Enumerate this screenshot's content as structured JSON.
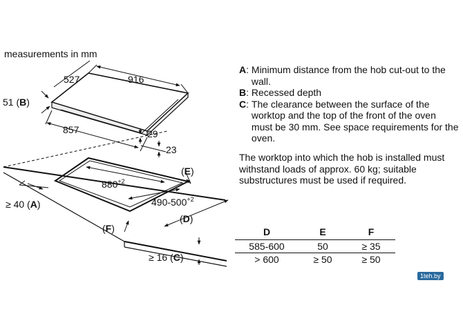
{
  "diagram": {
    "units_note": "measurements in mm",
    "dim_527": "527",
    "dim_916": "916",
    "dim_51_prefix": "51 (",
    "dim_51_key": "B",
    "dim_51_suffix": ")",
    "dim_857": "857",
    "dim_29": "29",
    "dim_23": "23",
    "label_E_open": "(",
    "label_E_key": "E",
    "label_E_close": ")",
    "cutout_width": "880",
    "cutout_width_tol": "+2",
    "cutout_depth": "490-500",
    "cutout_depth_tol": "+2",
    "label_A_prefix": "≥ 40 (",
    "label_A_key": "A",
    "label_A_suffix": ")",
    "label_D_open": "(",
    "label_D_key": "D",
    "label_D_close": ")",
    "label_F_open": "(",
    "label_F_key": "F",
    "label_F_close": ")",
    "label_C_prefix": "≥ 16 (",
    "label_C_key": "C",
    "label_C_suffix": ")"
  },
  "notes": [
    {
      "key": "A",
      "text": "Minimum distance from the hob cut-out to the wall."
    },
    {
      "key": "B",
      "text": "Recessed depth"
    },
    {
      "key": "C",
      "text": "The clearance between the surface of the worktop and the top of the front of the oven must be 30 mm. See space requirements for the oven."
    }
  ],
  "worktop_note": "The worktop into which the hob is installed must withstand loads of approx. 60 kg; suitable substructures must be used if required.",
  "clearance_table": {
    "headers": [
      "D",
      "E",
      "F"
    ],
    "rows": [
      [
        "585-600",
        "50",
        "≥ 35"
      ],
      [
        "> 600",
        "≥ 50",
        "≥ 50"
      ]
    ]
  },
  "watermark": "1teh.by"
}
